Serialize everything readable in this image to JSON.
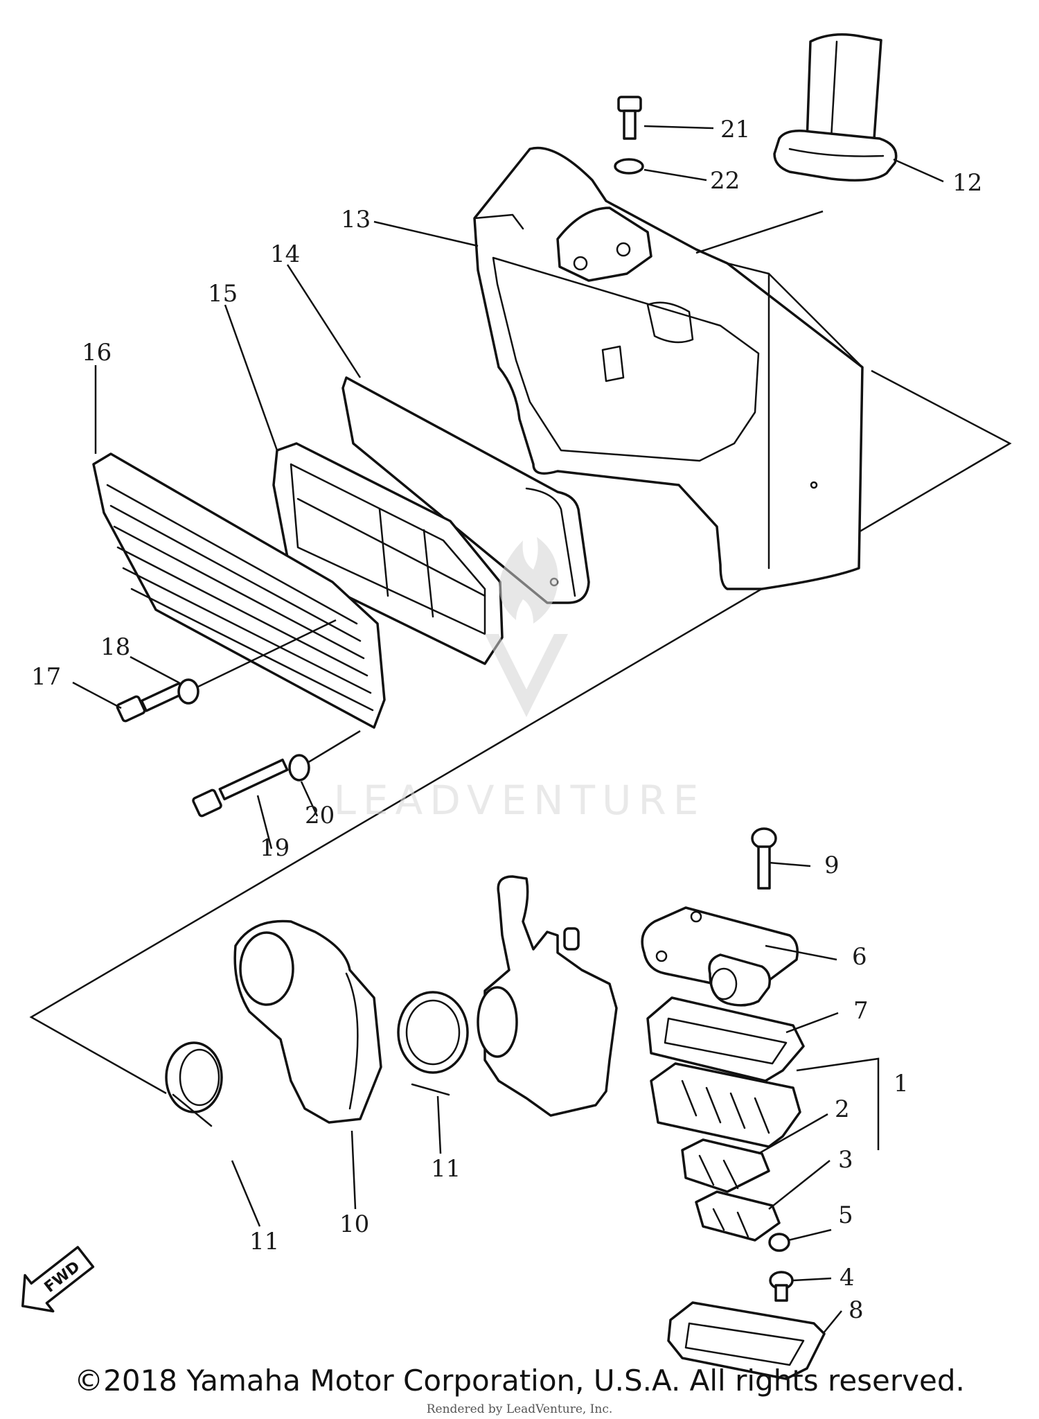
{
  "callouts": [
    {
      "id": "1",
      "text": "1"
    },
    {
      "id": "2",
      "text": "2"
    },
    {
      "id": "3",
      "text": "3"
    },
    {
      "id": "4",
      "text": "4"
    },
    {
      "id": "5",
      "text": "5"
    },
    {
      "id": "6",
      "text": "6"
    },
    {
      "id": "7",
      "text": "7"
    },
    {
      "id": "8",
      "text": "8"
    },
    {
      "id": "9",
      "text": "9"
    },
    {
      "id": "10",
      "text": "10"
    },
    {
      "id": "11a",
      "text": "11"
    },
    {
      "id": "11b",
      "text": "11"
    },
    {
      "id": "12",
      "text": "12"
    },
    {
      "id": "13",
      "text": "13"
    },
    {
      "id": "14",
      "text": "14"
    },
    {
      "id": "15",
      "text": "15"
    },
    {
      "id": "16",
      "text": "16"
    },
    {
      "id": "17",
      "text": "17"
    },
    {
      "id": "18",
      "text": "18"
    },
    {
      "id": "19",
      "text": "19"
    },
    {
      "id": "20",
      "text": "20"
    },
    {
      "id": "21",
      "text": "21"
    },
    {
      "id": "22",
      "text": "22"
    }
  ],
  "fwd_label": "FWD",
  "watermark": "LEADVENTURE",
  "copyright": "©2018 Yamaha Motor Corporation, U.S.A. All rights reserved.",
  "rendered_by": "Rendered by LeadVenture, Inc."
}
